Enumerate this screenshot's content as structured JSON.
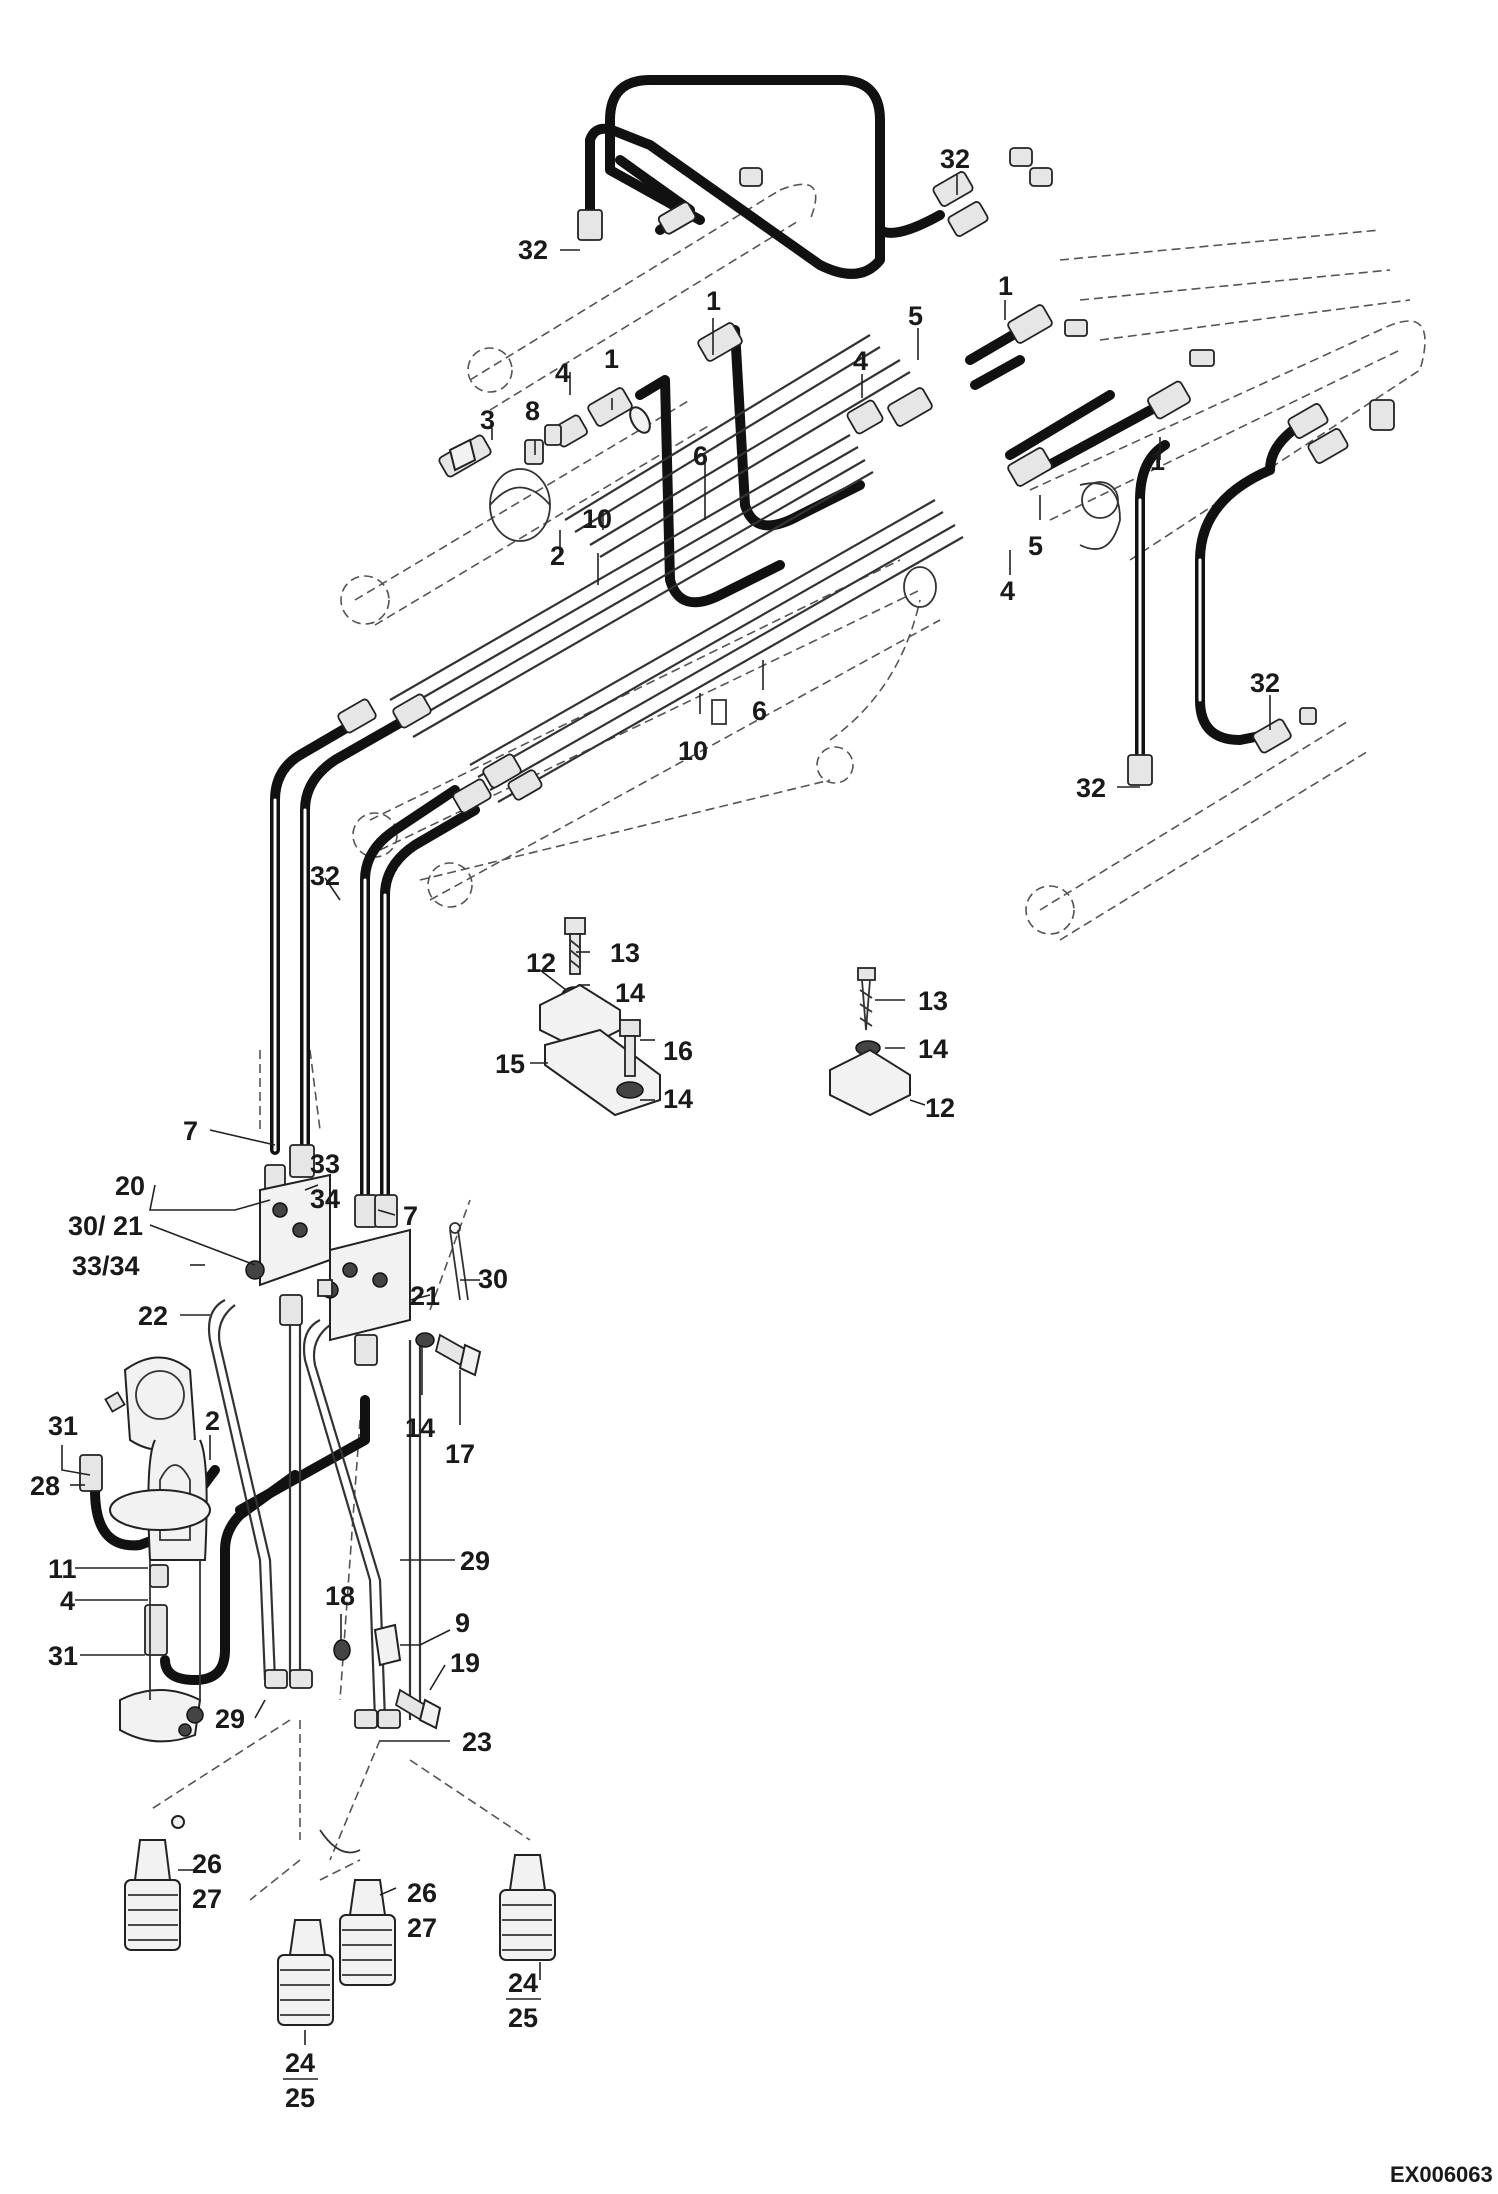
{
  "drawing": {
    "reference": "EX006063"
  },
  "callouts": [
    {
      "id": "c32-top",
      "label": "32"
    },
    {
      "id": "c32-topright",
      "label": "32"
    },
    {
      "id": "c1-a",
      "label": "1"
    },
    {
      "id": "c1-b",
      "label": "1"
    },
    {
      "id": "c1-c",
      "label": "1"
    },
    {
      "id": "c1-d",
      "label": "1"
    },
    {
      "id": "c4-a",
      "label": "4"
    },
    {
      "id": "c4-b",
      "label": "4"
    },
    {
      "id": "c4-c",
      "label": "4"
    },
    {
      "id": "c5-a",
      "label": "5"
    },
    {
      "id": "c5-b",
      "label": "5"
    },
    {
      "id": "c3",
      "label": "3"
    },
    {
      "id": "c8",
      "label": "8"
    },
    {
      "id": "c2-a",
      "label": "2"
    },
    {
      "id": "c2-b",
      "label": "2"
    },
    {
      "id": "c6-a",
      "label": "6"
    },
    {
      "id": "c6-b",
      "label": "6"
    },
    {
      "id": "c10-a",
      "label": "10"
    },
    {
      "id": "c10-b",
      "label": "10"
    },
    {
      "id": "c32-right-a",
      "label": "32"
    },
    {
      "id": "c32-right-b",
      "label": "32"
    },
    {
      "id": "c32-left",
      "label": "32"
    },
    {
      "id": "c13-a",
      "label": "13"
    },
    {
      "id": "c13-b",
      "label": "13"
    },
    {
      "id": "c12-a",
      "label": "12"
    },
    {
      "id": "c12-b",
      "label": "12"
    },
    {
      "id": "c14-a",
      "label": "14"
    },
    {
      "id": "c14-b",
      "label": "14"
    },
    {
      "id": "c14-c",
      "label": "14"
    },
    {
      "id": "c14-d",
      "label": "14"
    },
    {
      "id": "c15",
      "label": "15"
    },
    {
      "id": "c16",
      "label": "16"
    },
    {
      "id": "c7-a",
      "label": "7"
    },
    {
      "id": "c7-b",
      "label": "7"
    },
    {
      "id": "c33",
      "label": "33"
    },
    {
      "id": "c34",
      "label": "34"
    },
    {
      "id": "c20",
      "label": "20"
    },
    {
      "id": "c30-21",
      "label": "30/ 21"
    },
    {
      "id": "c33-34",
      "label": "33/34"
    },
    {
      "id": "c22",
      "label": "22"
    },
    {
      "id": "c21",
      "label": "21"
    },
    {
      "id": "c30",
      "label": "30"
    },
    {
      "id": "c17",
      "label": "17"
    },
    {
      "id": "c31-a",
      "label": "31"
    },
    {
      "id": "c31-b",
      "label": "31"
    },
    {
      "id": "c28",
      "label": "28"
    },
    {
      "id": "c11",
      "label": "11"
    },
    {
      "id": "c29-a",
      "label": "29"
    },
    {
      "id": "c29-b",
      "label": "29"
    },
    {
      "id": "c18",
      "label": "18"
    },
    {
      "id": "c9",
      "label": "9"
    },
    {
      "id": "c19",
      "label": "19"
    },
    {
      "id": "c23",
      "label": "23"
    },
    {
      "id": "c26-a",
      "label": "26"
    },
    {
      "id": "c27-a",
      "label": "27"
    },
    {
      "id": "c26-b",
      "label": "26"
    },
    {
      "id": "c27-b",
      "label": "27"
    },
    {
      "id": "c24-a",
      "label": "24"
    },
    {
      "id": "c25-a",
      "label": "25"
    },
    {
      "id": "c24-b",
      "label": "24"
    },
    {
      "id": "c25-b",
      "label": "25"
    }
  ]
}
